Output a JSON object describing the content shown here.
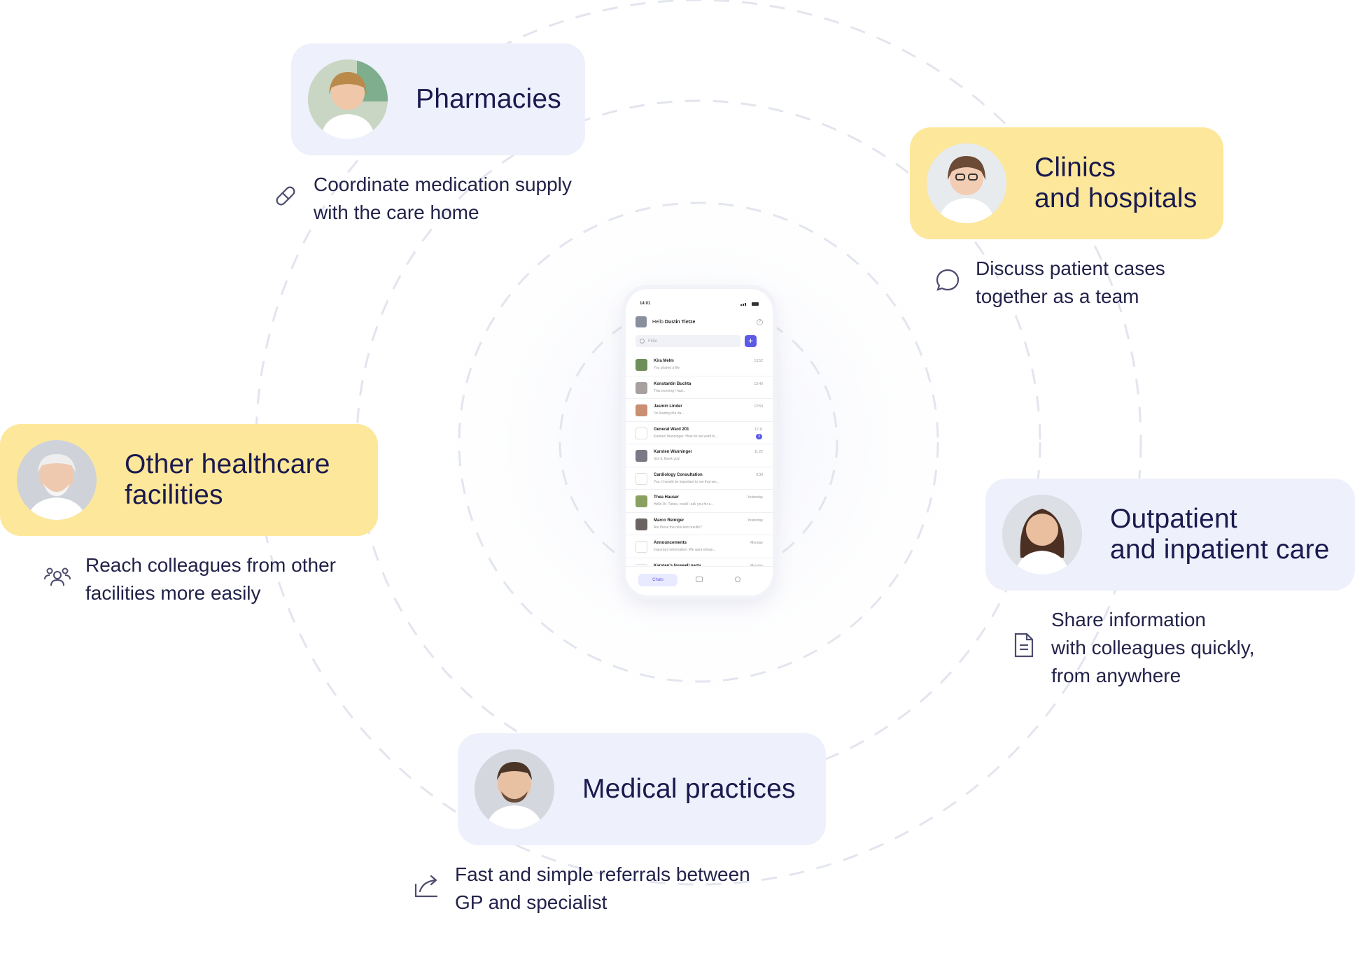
{
  "cards": [
    {
      "id": "pharmacies",
      "title": "Pharmacies",
      "description": "Coordinate medication supply\nwith the care home",
      "icon": "pill-icon"
    },
    {
      "id": "clinics",
      "title": "Clinics\nand hospitals",
      "description": "Discuss patient cases\ntogether as a team",
      "icon": "chat-bubble-icon"
    },
    {
      "id": "other",
      "title": "Other healthcare\nfacilities",
      "description": "Reach colleagues from other\nfacilities more easily",
      "icon": "group-icon"
    },
    {
      "id": "outpatient",
      "title": "Outpatient\nand inpatient care",
      "description": "Share information\nwith colleagues quickly,\nfrom anywhere",
      "icon": "document-icon"
    },
    {
      "id": "medical",
      "title": "Medical practices",
      "description": "Fast and simple referrals between\nGP and specialist",
      "icon": "share-arrow-icon"
    }
  ],
  "colors": {
    "lavender": "#eef0fc",
    "yellow": "#fde79a",
    "accent": "#5b5be8",
    "text": "#1a1a4e"
  },
  "phone": {
    "time": "14:01",
    "greeting": "Hello",
    "user": "Dustin Tietze",
    "filter_placeholder": "Filter",
    "add_label": "+",
    "chats": [
      {
        "name": "Kira Melm",
        "message": "You shared a file",
        "time": "13:52"
      },
      {
        "name": "Konstantin Buchta",
        "message": "This morning I had...",
        "time": "13:40"
      },
      {
        "name": "Jasmin Linder",
        "message": "I'm leading the da...",
        "time": "12:59"
      },
      {
        "name": "General Ward 201",
        "message": "Karsten Wanninger: How do we want to...",
        "time": "11:11",
        "badge": "3"
      },
      {
        "name": "Karsten Wanninger",
        "message": "Got it, thank you!",
        "time": "11:22"
      },
      {
        "name": "Cardiology Consultation",
        "message": "You: It would be important to me that we...",
        "time": "9:30"
      },
      {
        "name": "Thea Hauser",
        "message": "Hello Dr. Tietze, could I ask you for a...",
        "time": "Yesterday"
      },
      {
        "name": "Marco Reiniger",
        "message": "Are these the new test results?",
        "time": "Yesterday"
      },
      {
        "name": "Announcements",
        "message": "Important information: We want enhan...",
        "time": "Monday"
      },
      {
        "name": "Karsten's farewell party",
        "message": "",
        "time": "Monday"
      }
    ],
    "tab_chats": "Chats"
  }
}
